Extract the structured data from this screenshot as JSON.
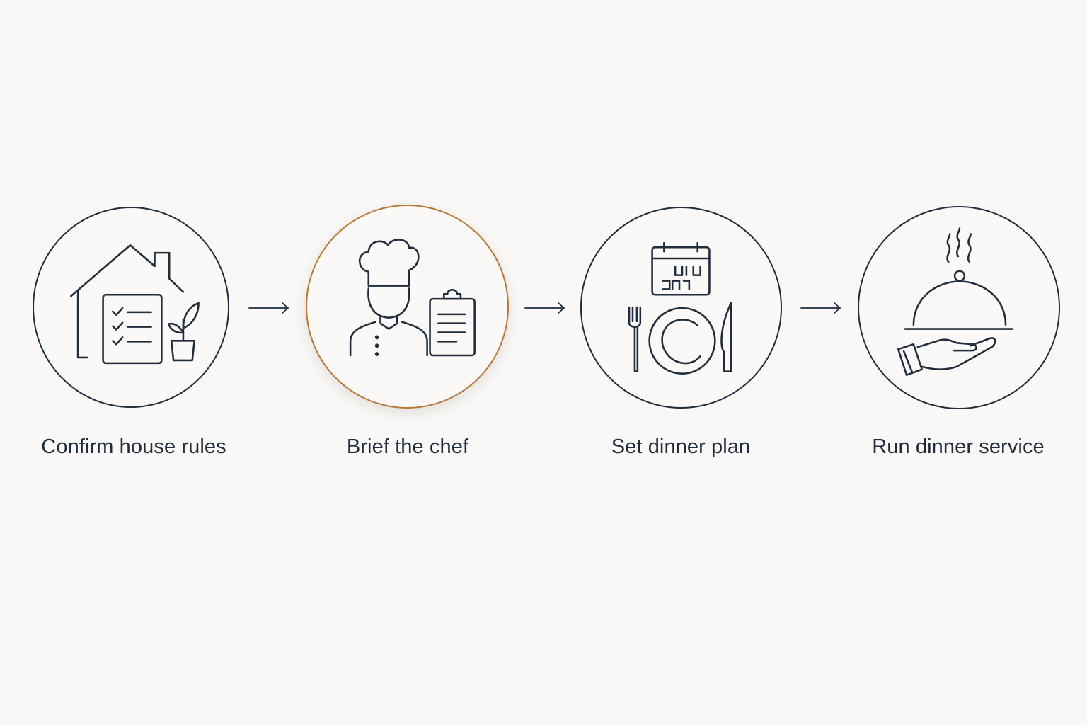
{
  "flow": {
    "accent_color": "#b87835",
    "ink_color": "#1f2d3d",
    "background_color": "#f9f8f6",
    "steps": [
      {
        "label": "Confirm house rules",
        "icon": "house-checklist-plant-icon",
        "highlighted": false
      },
      {
        "label": "Brief the chef",
        "icon": "chef-clipboard-icon",
        "highlighted": true
      },
      {
        "label": "Set dinner plan",
        "icon": "calendar-plate-cutlery-icon",
        "highlighted": false
      },
      {
        "label": "Run dinner service",
        "icon": "cloche-hand-icon",
        "highlighted": false
      }
    ]
  }
}
